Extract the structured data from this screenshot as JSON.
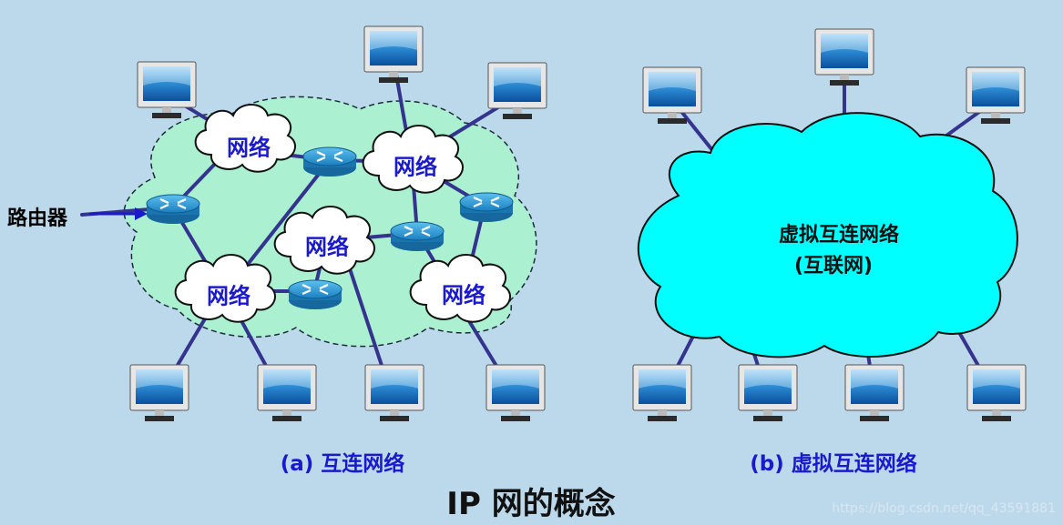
{
  "left_diagram": {
    "network_label": "网络",
    "router_label": "路由器",
    "caption": "(a) 互连网络"
  },
  "right_diagram": {
    "cloud_line1": "虚拟互连网络",
    "cloud_line2": "(互联网)",
    "caption": "(b) 虚拟互连网络"
  },
  "title": "IP 网的概念",
  "watermark": "https://blog.csdn.net/qq_43591881",
  "colors": {
    "background": "#bcd9ec",
    "region_fill": "#aaf0d1",
    "cloud_fill": "#00ffff",
    "link": "#34348f",
    "label_blue": "#1a1acc",
    "router": "#1e8ec8"
  },
  "icons": [
    "computer-icon",
    "router-icon",
    "network-cloud-icon",
    "arrow-icon"
  ]
}
